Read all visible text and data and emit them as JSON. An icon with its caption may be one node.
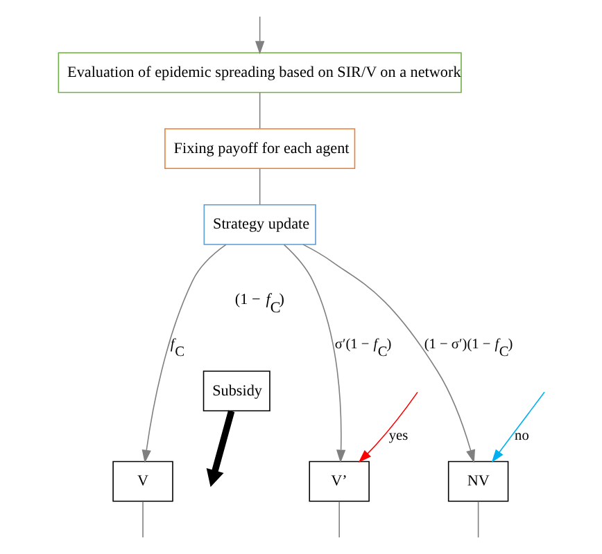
{
  "diagram": {
    "nodes": [
      {
        "text": [
          "Evaluation of epidemic spreading based on SIR/V on a network"
        ]
      },
      {
        "text": [
          "Fixing payoff for each agent"
        ]
      },
      {
        "text": [
          "Strategy update"
        ]
      },
      {
        "text": [
          "Subsidy"
        ]
      },
      {
        "text": [
          "V"
        ]
      },
      {
        "text": [
          "V’"
        ]
      },
      {
        "text": [
          "NV"
        ]
      }
    ],
    "edges": [
      {
        "from": null,
        "to": 0,
        "arrow": "to"
      },
      {
        "from": 0,
        "to": 1,
        "arrow": "none"
      },
      {
        "from": 1,
        "to": 2,
        "arrow": "none"
      },
      {
        "from": 2,
        "to": 4,
        "arrow": "to",
        "label": "*f*$_{C}$"
      },
      {
        "from": 3,
        "to": null,
        "arrow": "to",
        "style": "thick",
        "color": "#000000"
      },
      {
        "from": 2,
        "to": 5,
        "arrow": "to",
        "label": "σ′(1 − *f*$_{C}$)"
      },
      {
        "from": 2,
        "to": 6,
        "arrow": "to",
        "label": "(1 − σ′)(1 − *f*$_{C}$)"
      },
      {
        "from": null,
        "to": 5,
        "arrow": "to",
        "label": "yes",
        "color": "#ff0000"
      },
      {
        "from": null,
        "to": 6,
        "arrow": "to",
        "label": "no",
        "color": "#00b0f0"
      },
      {
        "from": 4,
        "to": null,
        "arrow": "none"
      },
      {
        "from": 5,
        "to": null,
        "arrow": "none"
      },
      {
        "from": 6,
        "to": null,
        "arrow": "none"
      }
    ],
    "labels": [
      "(1 − *f*$_{C}$)"
    ]
  }
}
